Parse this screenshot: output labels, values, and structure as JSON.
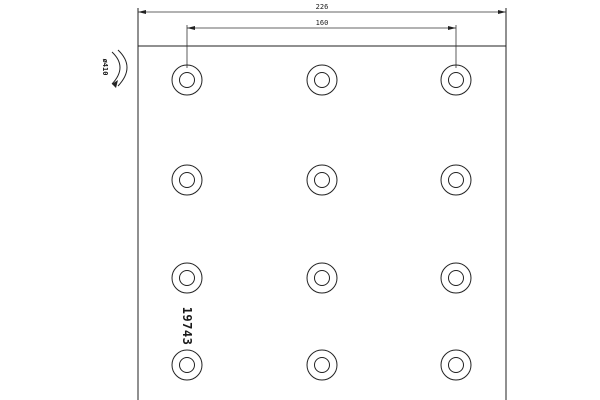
{
  "dimensions": {
    "overall_width": "226",
    "hole_spacing": "160"
  },
  "rotation_label": "ø410",
  "part_number": "19743",
  "hole_grid": {
    "rows": 4,
    "columns": 3
  },
  "icons": {
    "rotation_arrow": "curved-arrow-icon"
  }
}
